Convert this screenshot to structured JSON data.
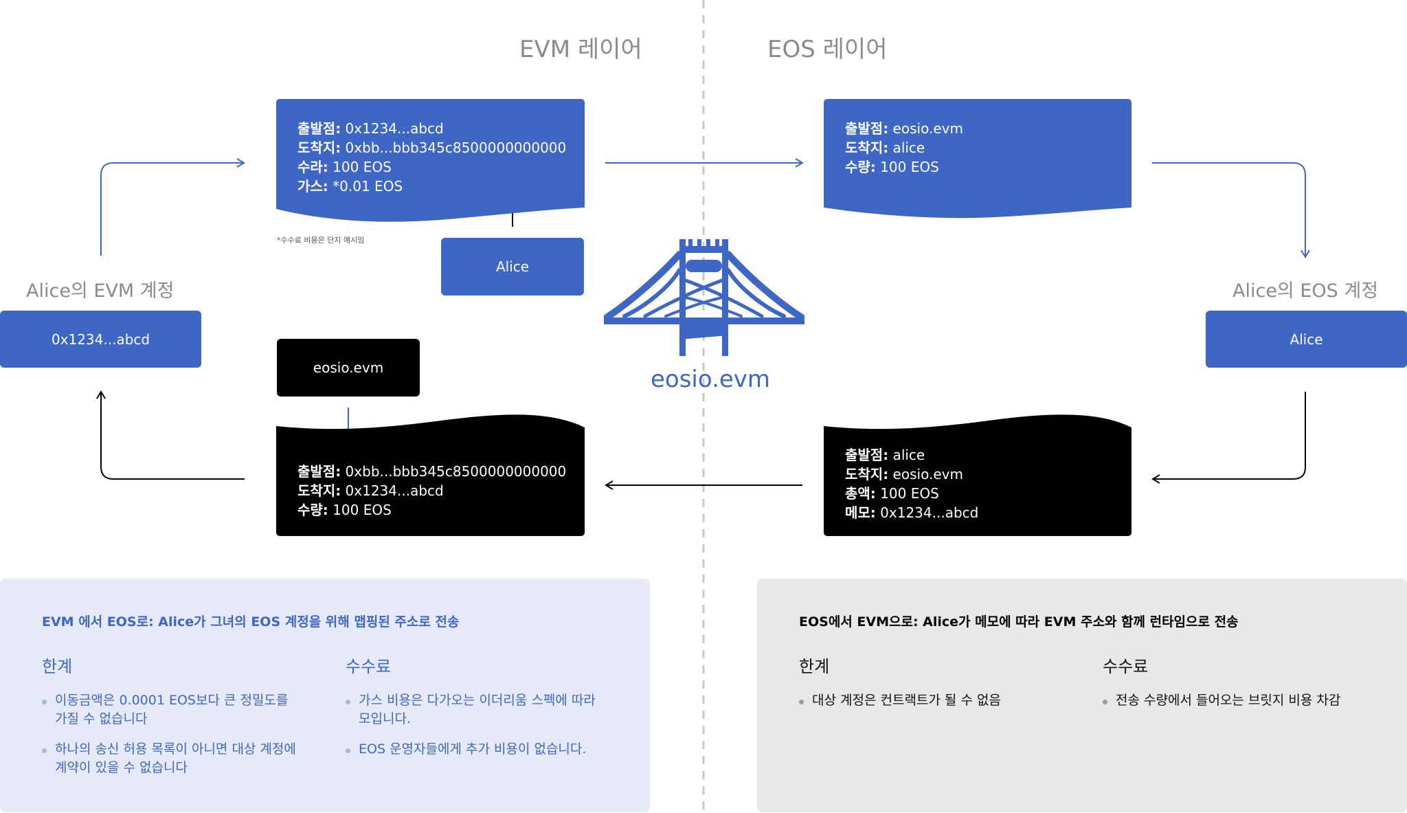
{
  "layers": {
    "evm": "EVM 레이어",
    "eos": "EOS 레이어"
  },
  "accounts": {
    "evm_title": "Alice의 EVM 계정",
    "evm_value": "0x1234...abcd",
    "eos_title": "Alice의 EOS 계정",
    "eos_value": "Alice"
  },
  "hub": {
    "label": "eosio.evm",
    "icon": "bridge-icon"
  },
  "top_left_doc": {
    "lines": [
      {
        "key": "출발점:",
        "value": " 0x1234...abcd"
      },
      {
        "key": "도착지:",
        "value": " 0xbb...bbb345c8500000000000"
      },
      {
        "key": "수라:",
        "value": " 100 EOS"
      },
      {
        "key": "가스:",
        "value": " *0.01 EOS"
      }
    ],
    "footnote": "*수수료 비용은 단지 예시임",
    "tag": "Alice"
  },
  "top_right_doc": {
    "lines": [
      {
        "key": "출발점:",
        "value": " eosio.evm"
      },
      {
        "key": "도착지:",
        "value": " alice"
      },
      {
        "key": "수량:",
        "value": " 100 EOS"
      }
    ]
  },
  "bottom_left_doc": {
    "tag": "eosio.evm",
    "lines": [
      {
        "key": "출발점:",
        "value": " 0xbb...bbb345c8500000000000"
      },
      {
        "key": "도착지:",
        "value": " 0x1234...abcd"
      },
      {
        "key": "수량:",
        "value": " 100 EOS"
      }
    ]
  },
  "bottom_right_doc": {
    "lines": [
      {
        "key": "출발점:",
        "value": " alice"
      },
      {
        "key": "도착지:",
        "value": " eosio.evm"
      },
      {
        "key": "총액:",
        "value": " 100 EOS"
      },
      {
        "key": "메모:",
        "value": " 0x1234...abcd"
      }
    ]
  },
  "panels": {
    "left": {
      "title": "EVM 에서 EOS로: Alice가 그녀의 EOS 계정을 위해 맵핑된 주소로 전송",
      "limits_title": "한계",
      "limits": [
        "이동금액은 0.0001 EOS보다 큰 정밀도를 가질 수 없습니다",
        "하나의 송신 허용 목록이 아니면 대상 계정에 계약이 있을 수 없습니다"
      ],
      "fees_title": "수수료",
      "fees": [
        "가스 비용은 다가오는 이더리움 스펙에 따라 모입니다.",
        "EOS 운영자들에게 추가 비용이 없습니다."
      ]
    },
    "right": {
      "title": "EOS에서 EVM으로: Alice가 메모에 따라 EVM 주소와 함께 런타임으로 전송",
      "limits_title": "한계",
      "limits": [
        "대상 계정은 컨트랙트가 될 수 없음"
      ],
      "fees_title": "수수료",
      "fees": [
        "전송 수량에서 들어오는 브릿지 비용 차감"
      ]
    }
  },
  "colors": {
    "blue": "#3e66c4",
    "black": "#000000",
    "left_panel_bg": "#e6eaf8",
    "right_panel_bg": "#e8e8e8",
    "divider": "#c8c8c8"
  }
}
